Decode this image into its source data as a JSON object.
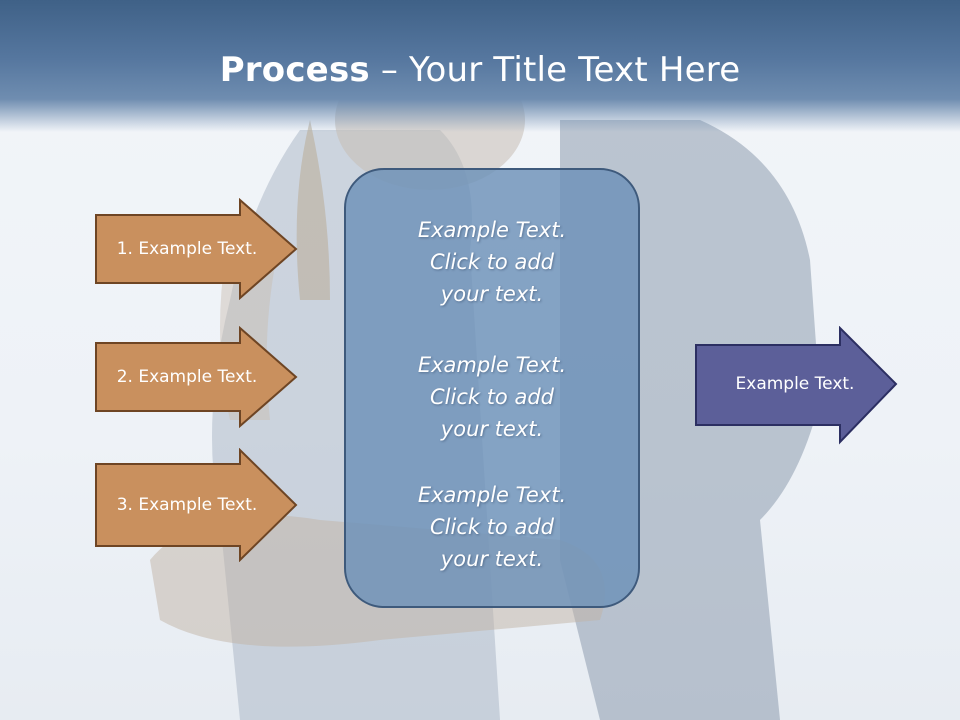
{
  "header": {
    "title_bold": "Process",
    "title_rest": " – Your Title Text Here"
  },
  "steps": [
    {
      "label": "1. Example Text."
    },
    {
      "label": "2. Example Text."
    },
    {
      "label": "3. Example Text."
    }
  ],
  "center": {
    "blocks": [
      {
        "line1": "Example Text.",
        "line2": "Click  to add",
        "line3": "your text."
      },
      {
        "line1": "Example Text.",
        "line2": "Click  to add",
        "line3": "your text."
      },
      {
        "line1": "Example Text.",
        "line2": "Click  to add",
        "line3": "your text."
      }
    ]
  },
  "output": {
    "label": "Example Text."
  },
  "colors": {
    "step_fill": "#c9905e",
    "step_stroke": "#6e4524",
    "output_fill": "#5c5f99",
    "output_stroke": "#2c2f62",
    "center_fill": "#6c91b8",
    "header": "#46688f"
  }
}
